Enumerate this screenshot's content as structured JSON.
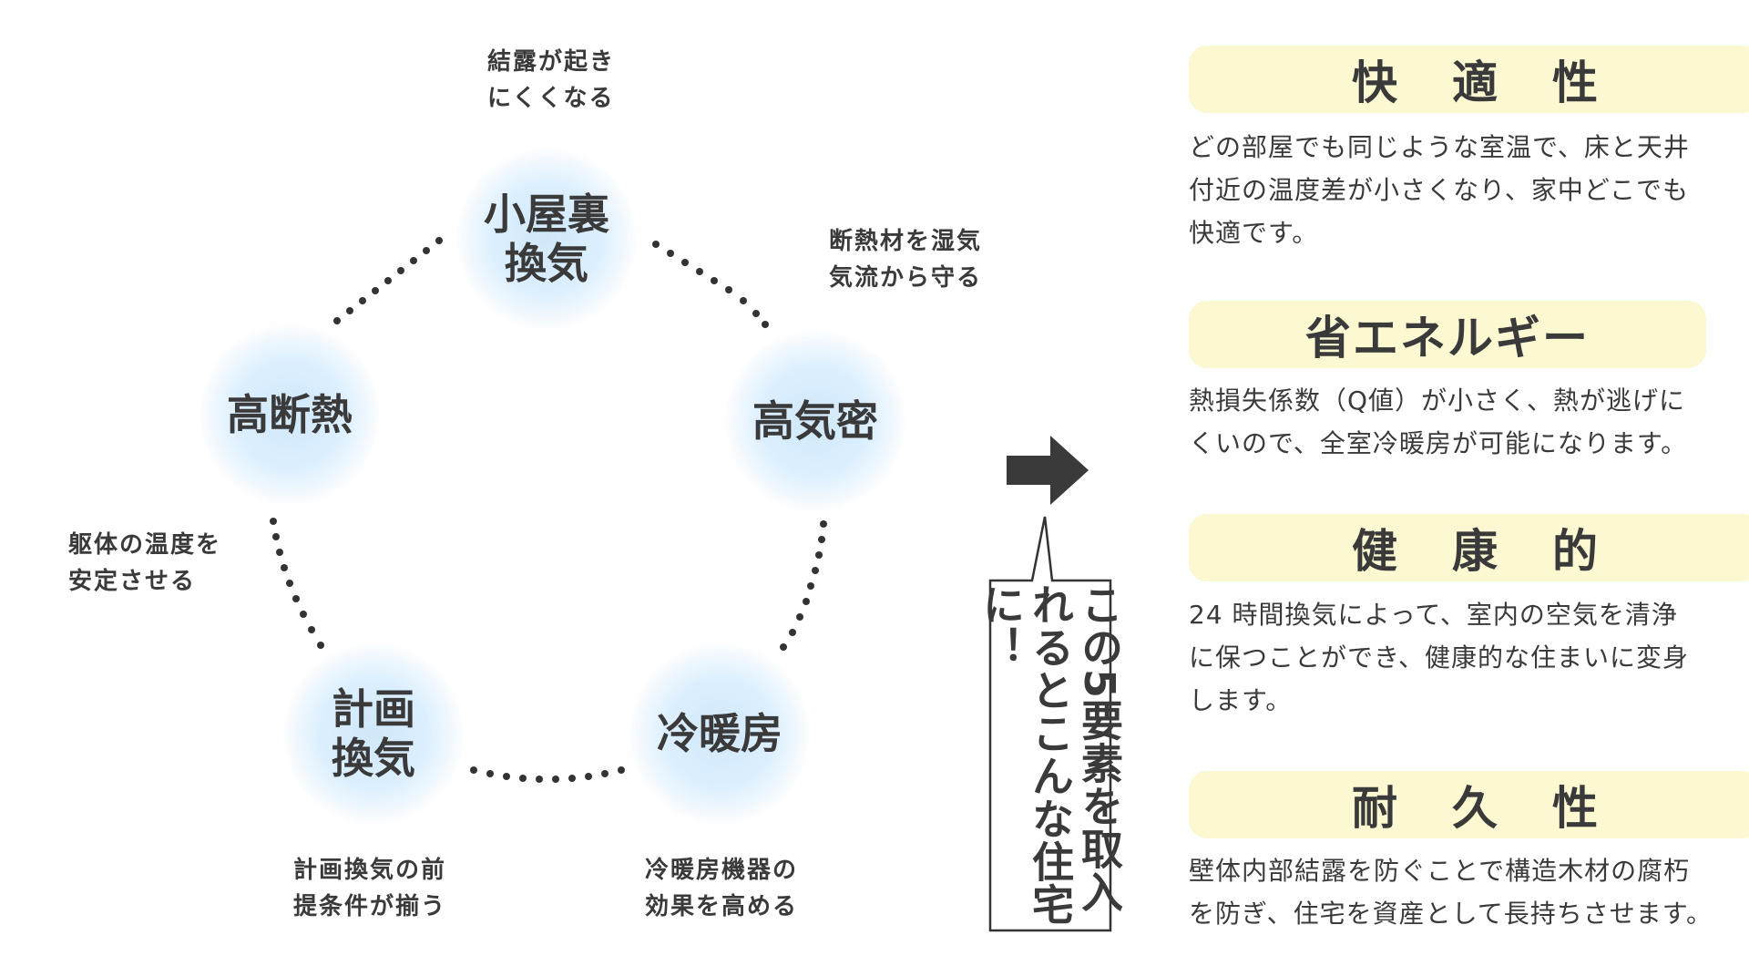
{
  "diagram": {
    "nodes": {
      "attic": "小屋裏\n換気",
      "airtight": "高気密",
      "heating": "冷暖房",
      "ventilation": "計画\n換気",
      "insulation": "高断熱"
    },
    "notes": {
      "condensation": "結露が起き\nにくくなる",
      "protect": "断熱材を湿気\n気流から守る",
      "stability": "躯体の温度を\n安定させる",
      "premise": "計画換気の前\n提条件が揃う",
      "efficiency": "冷暖房機器の\n効果を高める"
    }
  },
  "callout": "この5要素を取入れるとこんな住宅に！",
  "benefits": [
    {
      "title": "快適性",
      "text": "どの部屋でも同じような室温で、床と天井\n付近の温度差が小さくなり、家中どこでも\n快適です。"
    },
    {
      "title": "省エネルギー",
      "text": "熱損失係数（Q値）が小さく、熱が逃げに\nくいので、全室冷暖房が可能になります。"
    },
    {
      "title": "健康的",
      "text": "24 時間換気によって、室内の空気を清浄\nに保つことができ、健康的な住まいに変身\nします。"
    },
    {
      "title": "耐久性",
      "text": "壁体内部結露を防ぐことで構造木材の腐朽\nを防ぎ、住宅を資産として長持ちさせます。"
    }
  ]
}
